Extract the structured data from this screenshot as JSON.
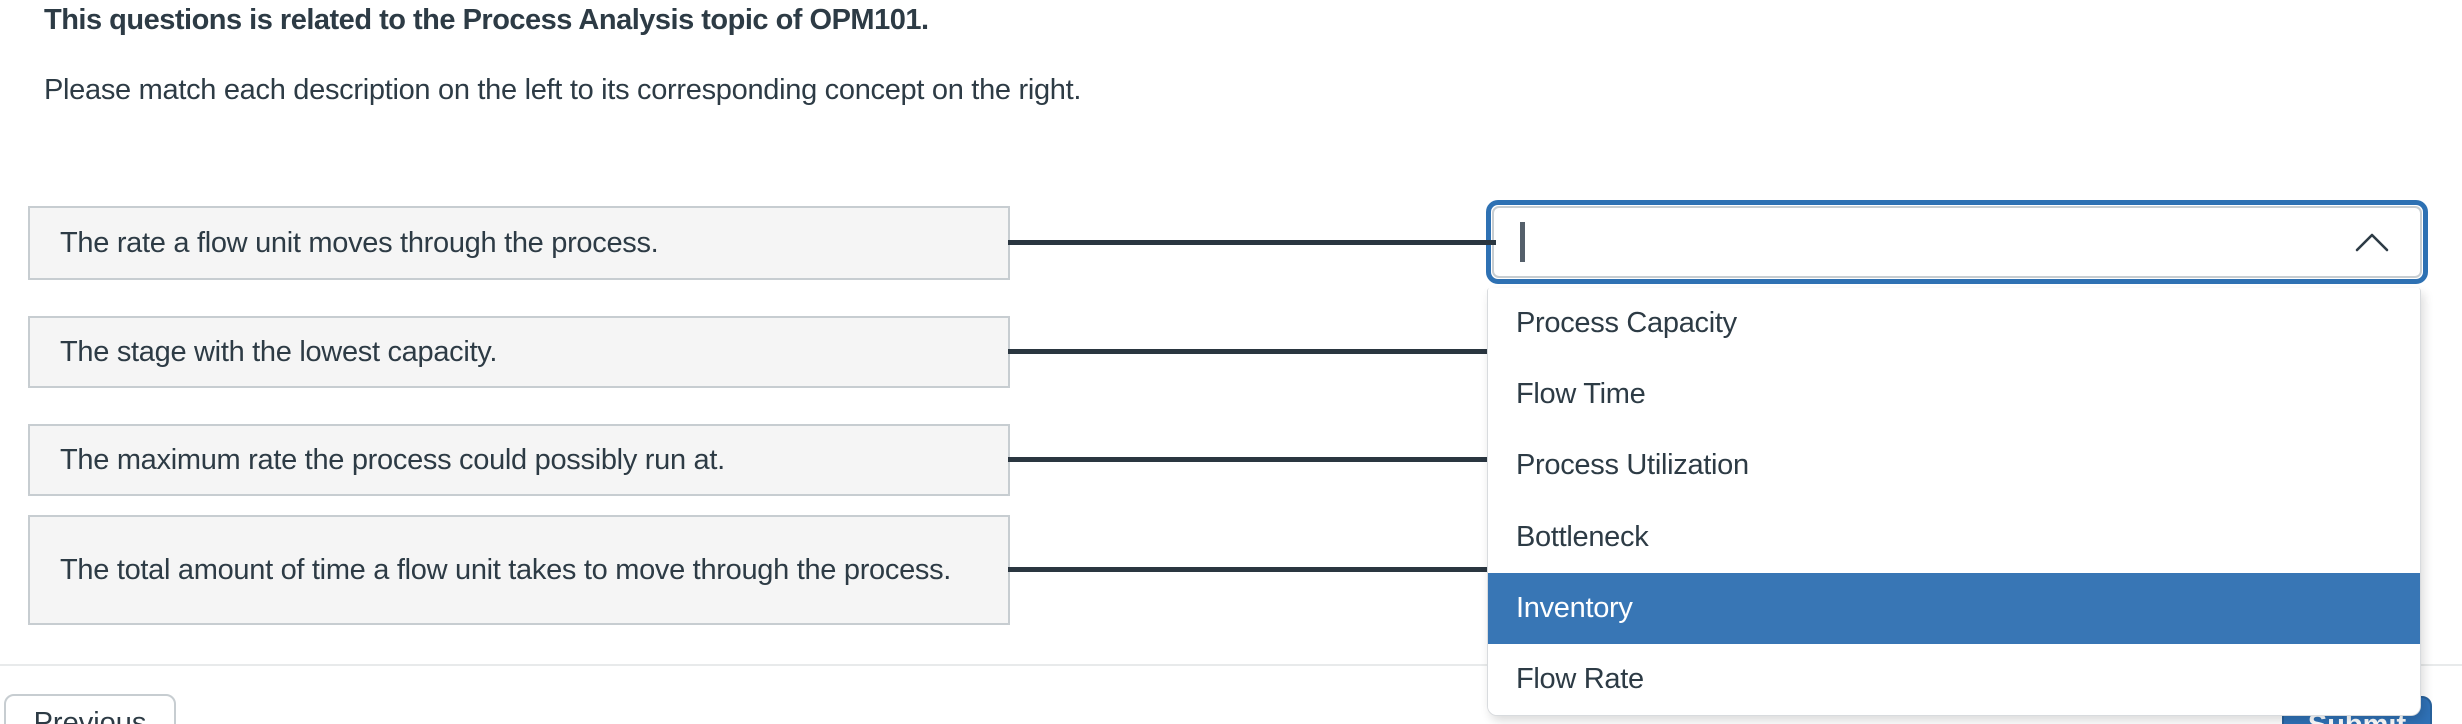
{
  "page": {
    "title": "This questions is related to the Process Analysis topic of OPM101.",
    "instruction": "Please match each description on the left to its corresponding concept on the right."
  },
  "matching": {
    "descriptions": [
      {
        "text": "The rate a flow unit moves through the process."
      },
      {
        "text": "The stage with the lowest capacity."
      },
      {
        "text": "The maximum rate the process could possibly run at."
      },
      {
        "text": "The total amount of time a flow unit takes to move through the process."
      }
    ]
  },
  "dropdown": {
    "value": "",
    "state": "open",
    "chevron_icon": "chevron-up",
    "options": [
      "Process Capacity",
      "Flow Time",
      "Process Utilization",
      "Bottleneck",
      "Inventory",
      "Flow Rate"
    ],
    "highlighted_option": "Inventory",
    "highlighted_index": 4
  },
  "buttons": {
    "previous_label": "Previous",
    "submit_label": "Submit"
  },
  "colors": {
    "text": "#2D3B45",
    "box_bg": "#F5F5F5",
    "box_border": "#C7CDD1",
    "connector_line": "#2A3640",
    "focus_ring": "#2E71B3",
    "option_highlight_bg": "#3876B5",
    "option_highlight_text": "#FFFFFF",
    "submit_bg": "#2F71B6",
    "divider": "#E8EAEB"
  }
}
